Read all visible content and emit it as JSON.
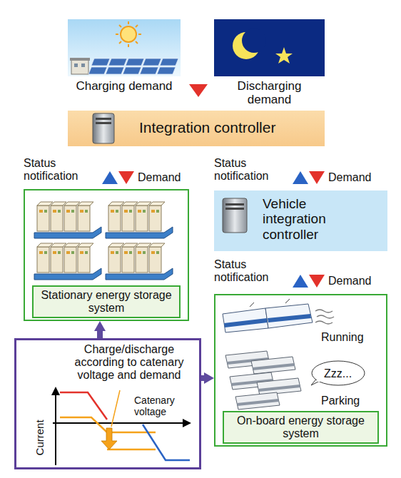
{
  "diagram": {
    "nodes": [
      {
        "text": [
          "Charging demand"
        ]
      },
      {
        "text": [
          "Discharging demand"
        ]
      },
      {
        "text": [
          "Integration controller"
        ]
      },
      {
        "text": [
          "Stationary energy storage system"
        ]
      },
      {
        "text": [
          "Vehicle integration controller"
        ]
      },
      {
        "text": [
          "Running",
          "Zzz...",
          "Parking",
          "On-board energy storage system"
        ]
      },
      {
        "text": [
          "Charge/discharge according to catenary voltage and demand",
          "Catenary voltage",
          "Current"
        ]
      }
    ],
    "edges": [
      {
        "from": 6,
        "to": 3,
        "arrow": "to"
      },
      {
        "from": 6,
        "to": 5,
        "arrow": "to"
      }
    ],
    "labels": [
      "Status notification",
      "Demand",
      "Status notification",
      "Demand",
      "Status notification",
      "Demand"
    ]
  }
}
